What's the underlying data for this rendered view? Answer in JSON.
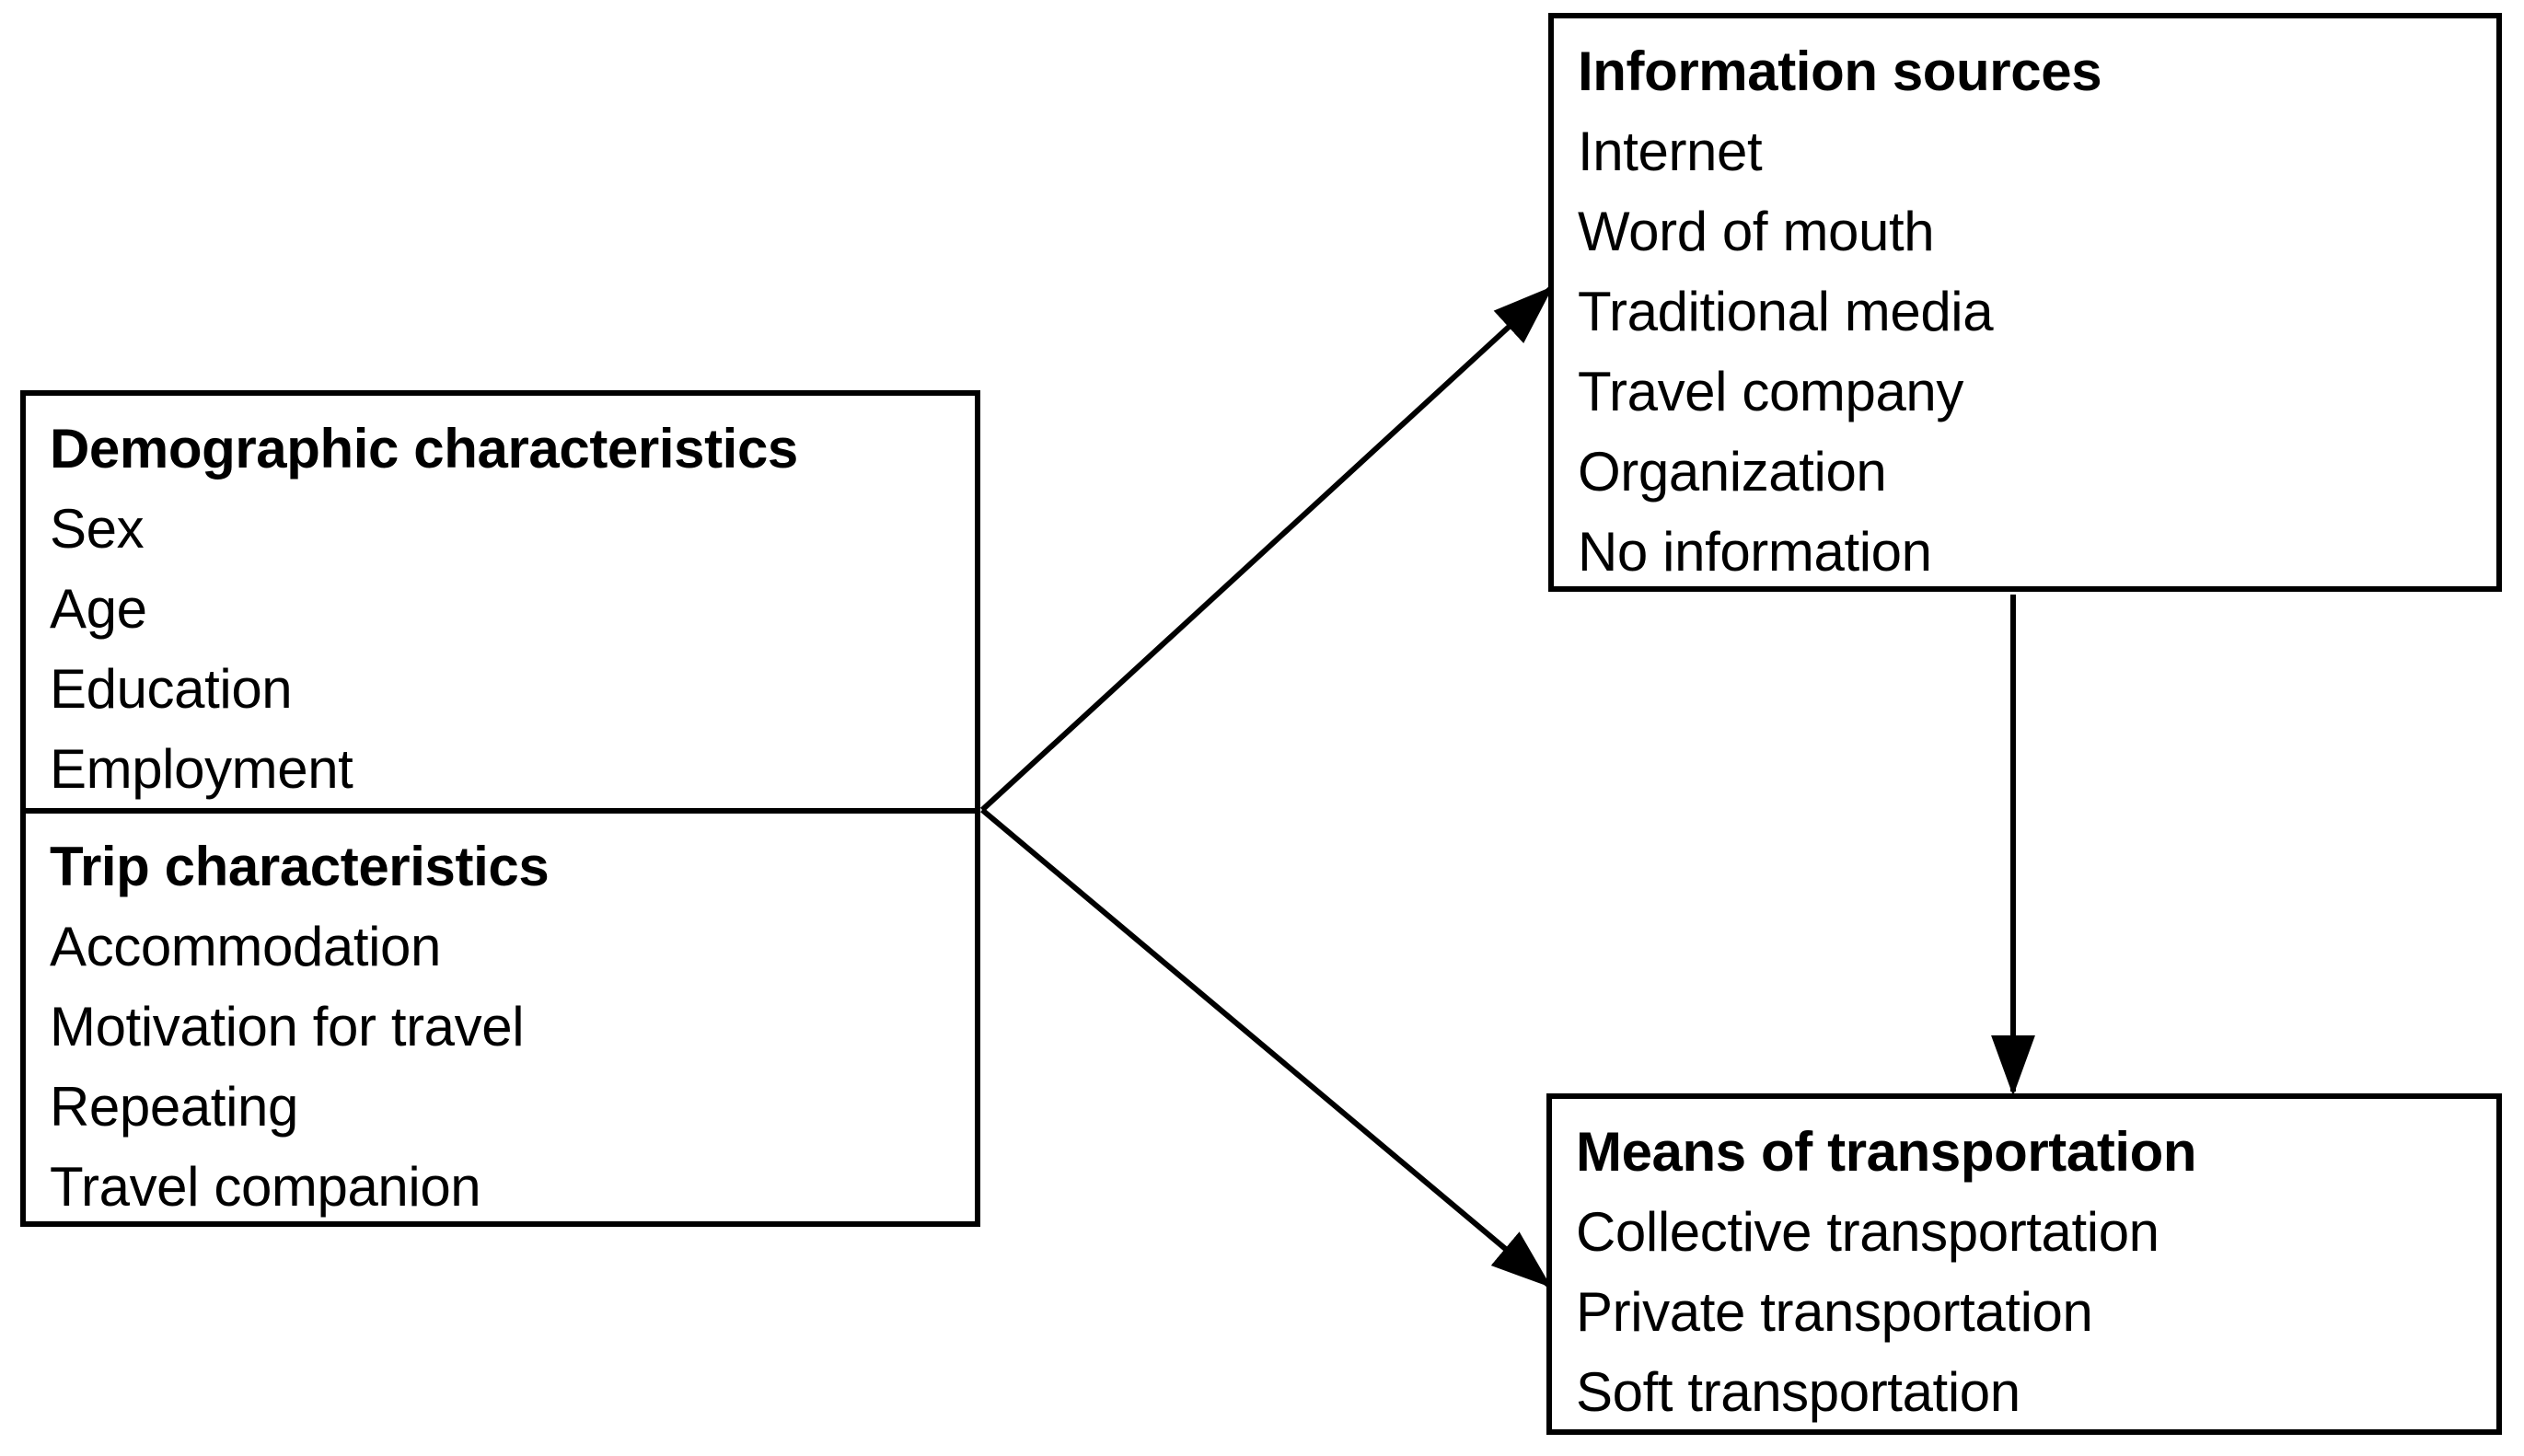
{
  "diagram": {
    "type": "flowchart",
    "background_color": "#ffffff",
    "line_color": "#000000",
    "text_color": "#000000",
    "nodes": [
      {
        "id": "demographic-characteristics",
        "title": "Demographic characteristics",
        "items": [
          "Sex",
          "Age",
          "Education",
          "Employment"
        ]
      },
      {
        "id": "trip-characteristics",
        "title": "Trip characteristics",
        "items": [
          "Accommodation",
          "Motivation for travel",
          "Repeating",
          "Travel companion"
        ]
      },
      {
        "id": "information-sources",
        "title": "Information sources",
        "items": [
          "Internet",
          "Word of mouth",
          "Traditional media",
          "Travel company",
          "Organization",
          "No information"
        ]
      },
      {
        "id": "means-of-transportation",
        "title": "Means of transportation",
        "items": [
          "Collective transportation",
          "Private transportation",
          "Soft transportation"
        ]
      }
    ],
    "edges": [
      {
        "id": "edge-characteristics-to-information-sources",
        "from": "characteristics",
        "to": "information-sources",
        "style": "solid-arrow"
      },
      {
        "id": "edge-characteristics-to-means-of-transportation",
        "from": "characteristics",
        "to": "means-of-transportation",
        "style": "solid-arrow"
      },
      {
        "id": "edge-information-sources-to-means-of-transportation",
        "from": "information-sources",
        "to": "means-of-transportation",
        "style": "solid-arrow"
      }
    ]
  }
}
